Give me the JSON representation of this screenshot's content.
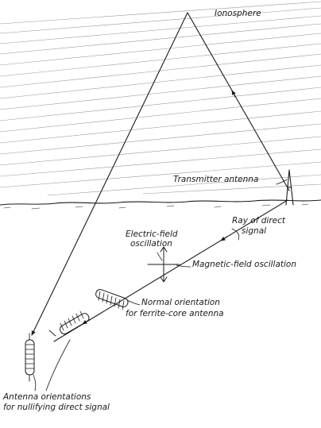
{
  "labels": {
    "ionosphere": "Ionosphere",
    "transmitter_antenna": "Transmitter antenna",
    "ray_direct_1": "Ray of direct",
    "ray_direct_2": "signal",
    "electric_field_1": "Electric-field",
    "electric_field_2": "oscillation",
    "magnetic_field": "Magnetic-field oscillation",
    "normal_orientation_1": "Normal orientation",
    "normal_orientation_2": "for ferrite-core antenna",
    "nullifying_1": "Antenna orientations",
    "nullifying_2": "for nullifying direct signal"
  },
  "colors": {
    "ink": "#1a1a1a",
    "haze": "#9a9a9a",
    "background": "#ffffff"
  }
}
